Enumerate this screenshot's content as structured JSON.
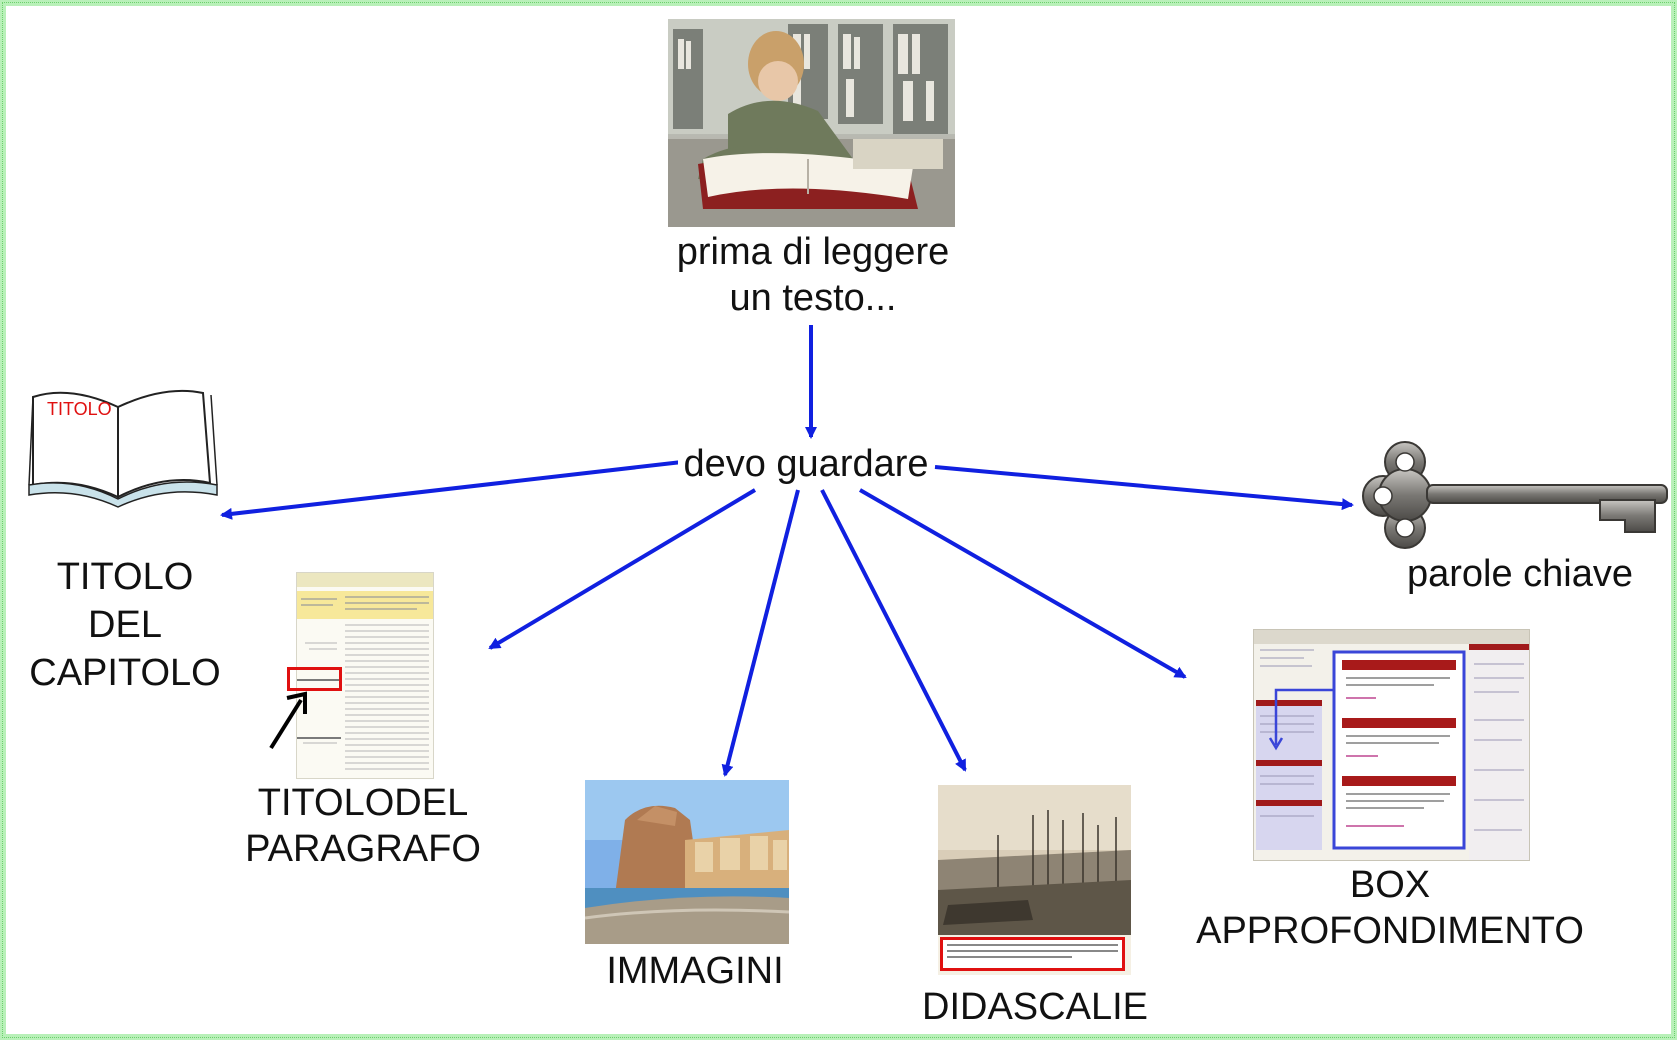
{
  "root": {
    "line1": "prima di leggere",
    "line2": "un testo..."
  },
  "hub": "devo guardare",
  "items": {
    "chapter_title": {
      "book_label": "TITOLO",
      "line1": "TITOLO",
      "line2": "DEL",
      "line3": "CAPITOLO"
    },
    "paragraph_title": {
      "line1": "TITOLODEL",
      "line2": "PARAGRAFO"
    },
    "images": {
      "label": "IMMAGINI"
    },
    "captions": {
      "label": "DIDASCALIE"
    },
    "box": {
      "line1": "BOX",
      "line2": "APPROFONDIMENTO"
    },
    "keywords": {
      "label": "parole chiave"
    }
  },
  "colors": {
    "arrow": "#1020e0",
    "frame": "#b8f0b8",
    "highlight": "#e01010"
  }
}
